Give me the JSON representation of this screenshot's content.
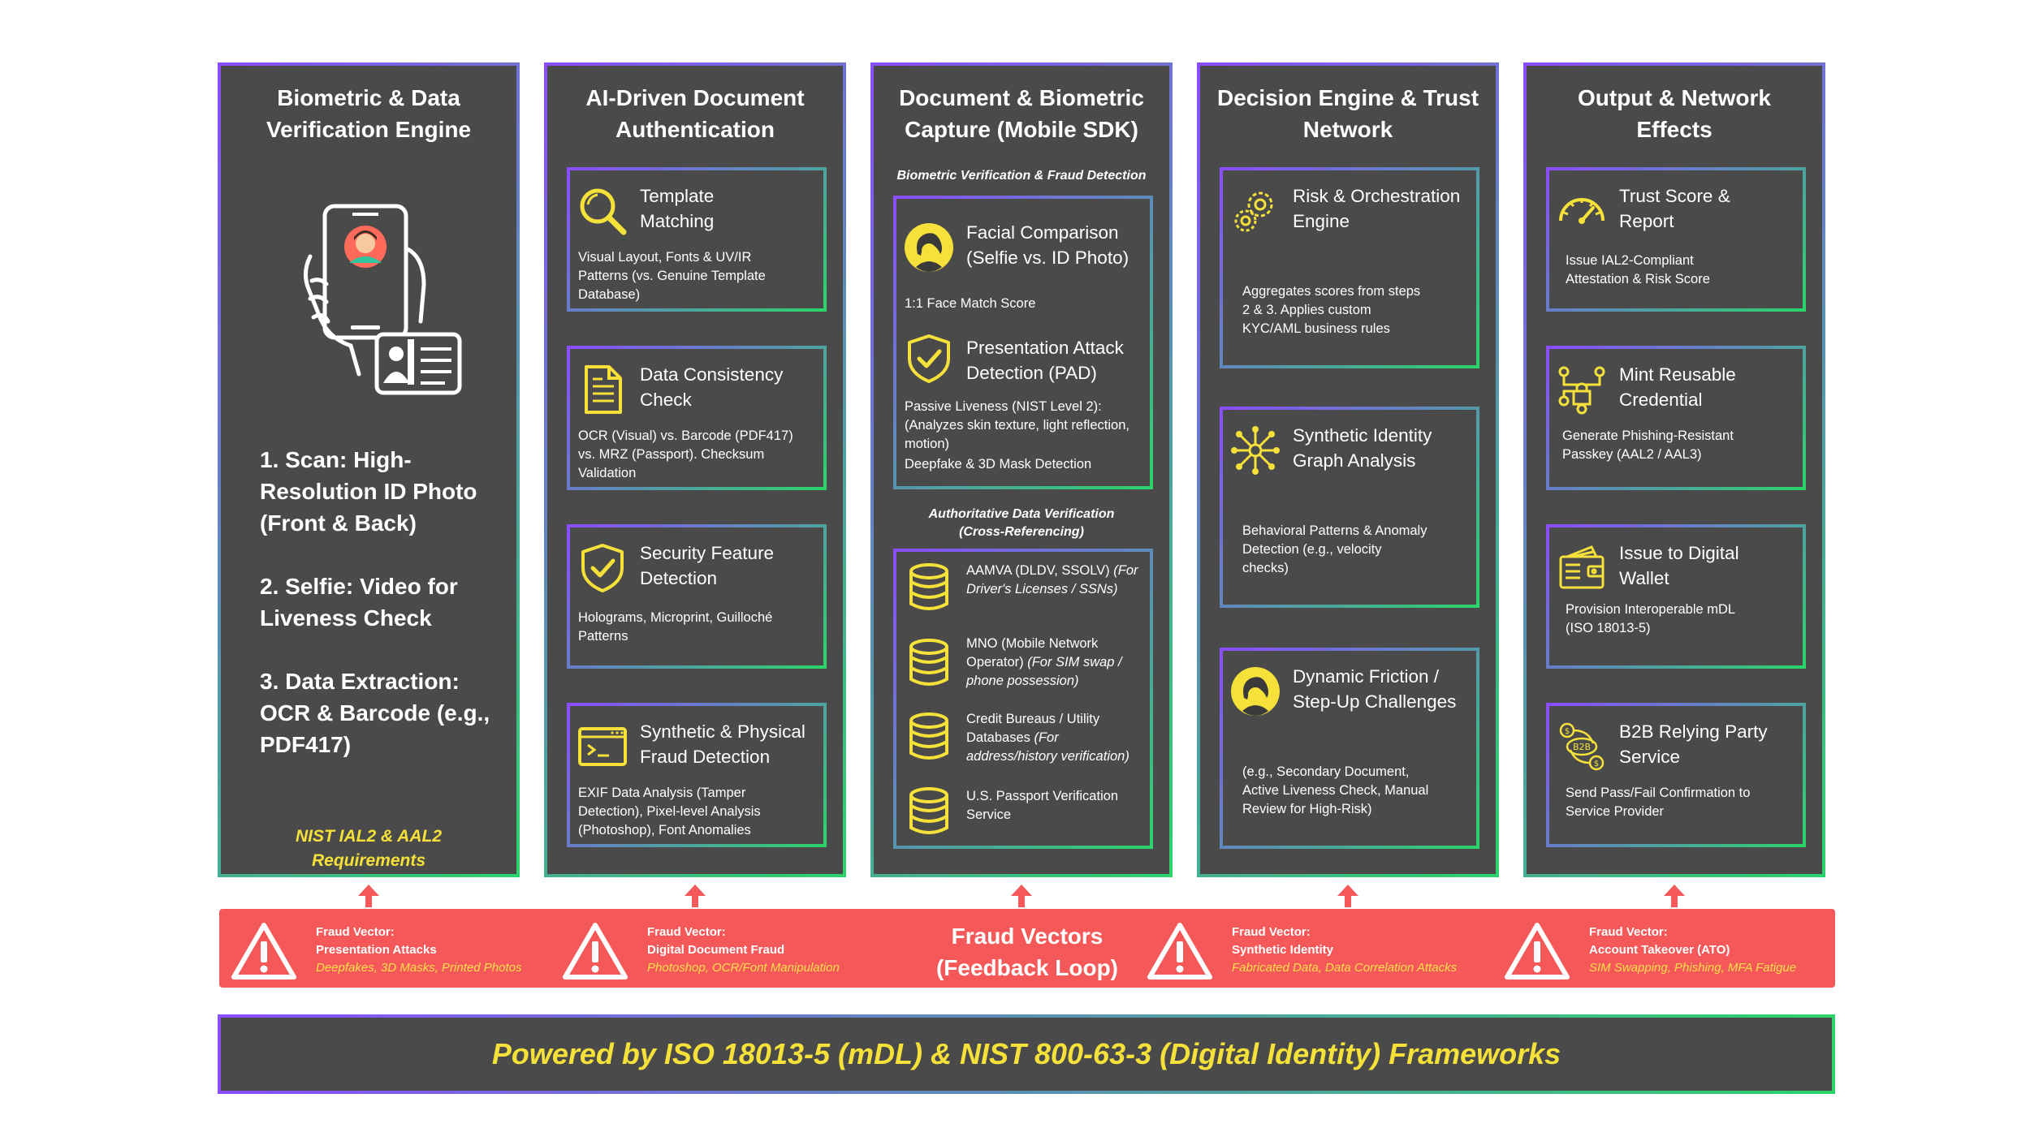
{
  "columns": [
    {
      "title": "Biometric & Data\nVerification Engine",
      "steps": [
        "1. Scan: High-Resolution ID Photo (Front & Back)",
        "2. Selfie: Video for Liveness Check",
        "3. Data Extraction: OCR & Barcode (e.g., PDF417)"
      ],
      "requirements": "NIST IAL2 & AAL2\nRequirements"
    },
    {
      "title": "AI-Driven Document\nAuthentication",
      "cards": [
        {
          "icon": "magnifier-icon",
          "title": "Template\nMatching",
          "desc": "Visual Layout, Fonts & UV/IR\nPatterns (vs. Genuine Template\nDatabase)"
        },
        {
          "icon": "document-icon",
          "title": "Data Consistency\nCheck",
          "desc": "OCR (Visual) vs. Barcode (PDF417)\nvs. MRZ (Passport). Checksum\nValidation"
        },
        {
          "icon": "shield-check-icon",
          "title": "Security Feature\nDetection",
          "desc": "Holograms, Microprint, Guilloché\nPatterns"
        },
        {
          "icon": "terminal-icon",
          "title": "Synthetic & Physical\nFraud Detection",
          "desc": "EXIF Data Analysis (Tamper\nDetection), Pixel-level Analysis\n(Photoshop), Font Anomalies"
        }
      ]
    },
    {
      "title": "Document & Biometric\nCapture (Mobile SDK)",
      "section1": "Biometric Verification & Fraud Detection",
      "face": {
        "title": "Facial Comparison\n(Selfie vs. ID Photo)",
        "score": "1:1 Face Match Score"
      },
      "pad": {
        "title": "Presentation Attack\nDetection (PAD)",
        "desc": "Passive Liveness (NIST Level 2):\n(Analyzes skin texture, light reflection,\nmotion)",
        "desc2": "Deepfake & 3D Mask Detection"
      },
      "section2": "Authoritative Data Verification\n(Cross-Referencing)",
      "databases": [
        {
          "icon": "database-icon",
          "main": "AAMVA (DLDV, SSOLV) ",
          "italic": "(For\nDriver's Licenses / SSNs)"
        },
        {
          "icon": "database-icon",
          "main": "MNO (Mobile Network\nOperator) ",
          "italic": "(For SIM swap /\nphone possession)"
        },
        {
          "icon": "database-icon",
          "main": "Credit Bureaus / Utility\nDatabases ",
          "italic": "(For\naddress/history verification)"
        },
        {
          "icon": "database-icon",
          "main": "U.S. Passport Verification\nService",
          "italic": ""
        }
      ]
    },
    {
      "title": "Decision Engine & Trust\nNetwork",
      "cards": [
        {
          "icon": "gears-icon",
          "title": "Risk & Orchestration\nEngine",
          "desc": "Aggregates scores from steps\n2 & 3. Applies custom\nKYC/AML business rules"
        },
        {
          "icon": "network-graph-icon",
          "title": "Synthetic Identity\nGraph Analysis",
          "desc": "Behavioral Patterns & Anomaly\nDetection (e.g., velocity\nchecks)"
        },
        {
          "icon": "user-face-icon",
          "title": "Dynamic Friction /\nStep-Up Challenges",
          "desc": "(e.g., Secondary Document,\nActive Liveness Check, Manual\nReview for High-Risk)"
        }
      ]
    },
    {
      "title": "Output & Network\nEffects",
      "cards": [
        {
          "icon": "gauge-icon",
          "title": "Trust Score &\nReport",
          "desc": "Issue IAL2-Compliant\nAttestation & Risk Score"
        },
        {
          "icon": "credential-tree-icon",
          "title": "Mint Reusable\nCredential",
          "desc": "Generate Phishing-Resistant\nPasskey (AAL2 / AAL3)"
        },
        {
          "icon": "wallet-icon",
          "title": "Issue to Digital\nWallet",
          "desc": "Provision Interoperable mDL\n(ISO 18013-5)"
        },
        {
          "icon": "b2b-icon",
          "title": "B2B Relying Party\nService",
          "desc": "Send Pass/Fail Confirmation to\nService Provider"
        }
      ]
    }
  ],
  "fraud": {
    "center": "Fraud Vectors\n(Feedback Loop)",
    "vectors": [
      {
        "label": "Fraud Vector:",
        "name": "Presentation Attacks",
        "examples": "Deepfakes, 3D Masks, Printed Photos"
      },
      {
        "label": "Fraud Vector:",
        "name": "Digital Document Fraud",
        "examples": "Photoshop, OCR/Font Manipulation"
      },
      {
        "label": "Fraud Vector:",
        "name": "Synthetic Identity",
        "examples": "Fabricated Data, Data Correlation Attacks"
      },
      {
        "label": "Fraud Vector:",
        "name": "Account Takeover (ATO)",
        "examples": "SIM Swapping, Phishing, MFA Fatigue"
      }
    ]
  },
  "footer": "Powered by ISO 18013-5 (mDL) & NIST 800-63-3 (Digital Identity) Frameworks",
  "colors": {
    "panel": "#4a4a4a",
    "accent_yellow": "#f5e13a",
    "fraud_red": "#f55858",
    "border_purple": "#8a4dff",
    "border_green": "#2bd46a"
  }
}
